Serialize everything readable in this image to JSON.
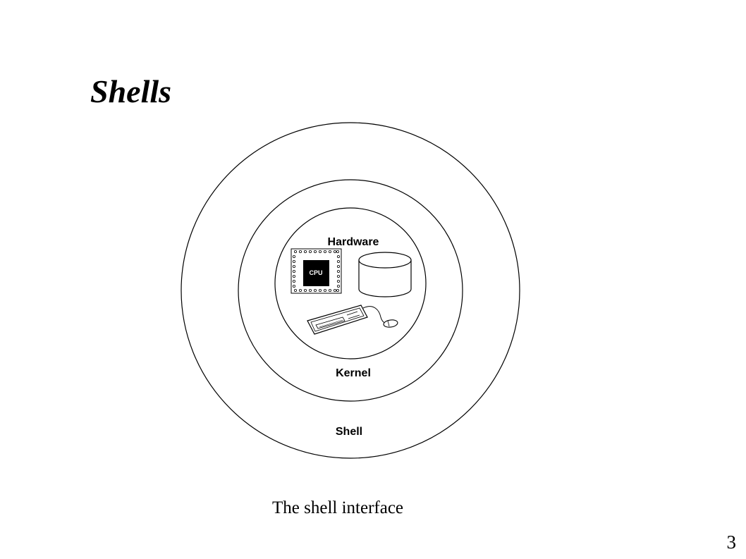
{
  "slide": {
    "title": "Shells",
    "caption": "The shell interface",
    "page_number": "3"
  },
  "diagram": {
    "layers": {
      "outer": "Shell",
      "middle": "Kernel",
      "inner": "Hardware"
    },
    "hardware_items": {
      "cpu_label": "CPU",
      "disk": "disk-icon",
      "keyboard": "keyboard-icon",
      "mouse": "mouse-icon"
    }
  }
}
